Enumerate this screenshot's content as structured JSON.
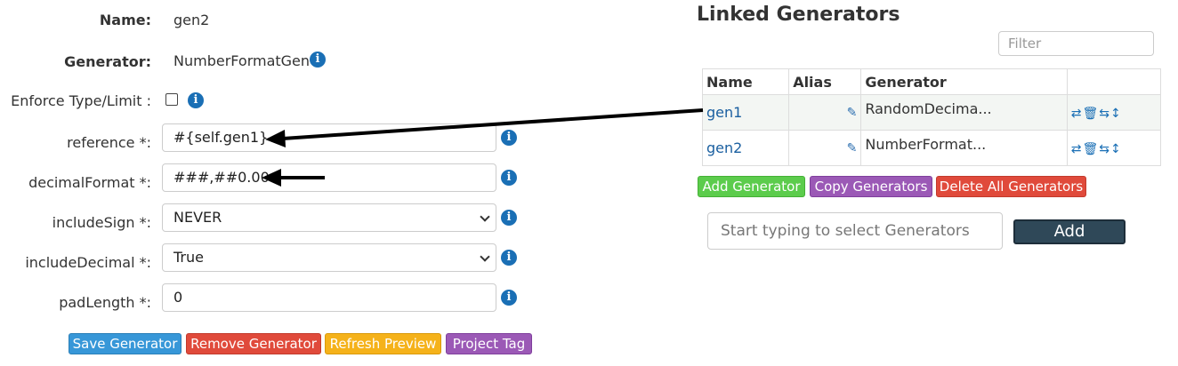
{
  "form": {
    "name_label": "Name:",
    "name_value": "gen2",
    "generator_label": "Generator:",
    "generator_value": "NumberFormatGen",
    "enforce_label": "Enforce Type/Limit :",
    "reference_label": "reference *:",
    "reference_value": "#{self.gen1}",
    "decimal_label": "decimalFormat *:",
    "decimal_value": "###,##0.00",
    "sign_label": "includeSign *:",
    "sign_value": "NEVER",
    "incdec_label": "includeDecimal *:",
    "incdec_value": "True",
    "pad_label": "padLength *:",
    "pad_value": "0",
    "info_glyph": "i"
  },
  "buttons": {
    "save": "Save Generator",
    "remove": "Remove Generator",
    "refresh": "Refresh Preview",
    "project_tag": "Project Tag"
  },
  "linked": {
    "title": "Linked Generators",
    "filter_placeholder": "Filter",
    "headers": [
      "Name",
      "Alias",
      "Generator"
    ],
    "rows": [
      {
        "name": "gen1",
        "alias": "",
        "generator": "RandomDecima..."
      },
      {
        "name": "gen2",
        "alias": "",
        "generator": "NumberFormat..."
      }
    ],
    "add_generator": "Add Generator",
    "copy_generators": "Copy Generators",
    "delete_all": "Delete All Generators",
    "typeahead_placeholder": "Start typing to select Generators",
    "add": "Add"
  },
  "colors": {
    "info_blue": "#1a6fb5",
    "link_blue": "#1a5fa0",
    "save": "#3797d8",
    "remove": "#e04a3b",
    "refresh": "#f5b21a",
    "project_tag": "#9b59b6",
    "add_generator": "#5ccc4c",
    "add_dark": "#2f4858"
  },
  "icons": {
    "info": "info-circle-icon",
    "edit": "pencil-icon",
    "row_actions": [
      "replace-icon",
      "trash-icon",
      "swap-icon",
      "reorder-icon"
    ]
  }
}
